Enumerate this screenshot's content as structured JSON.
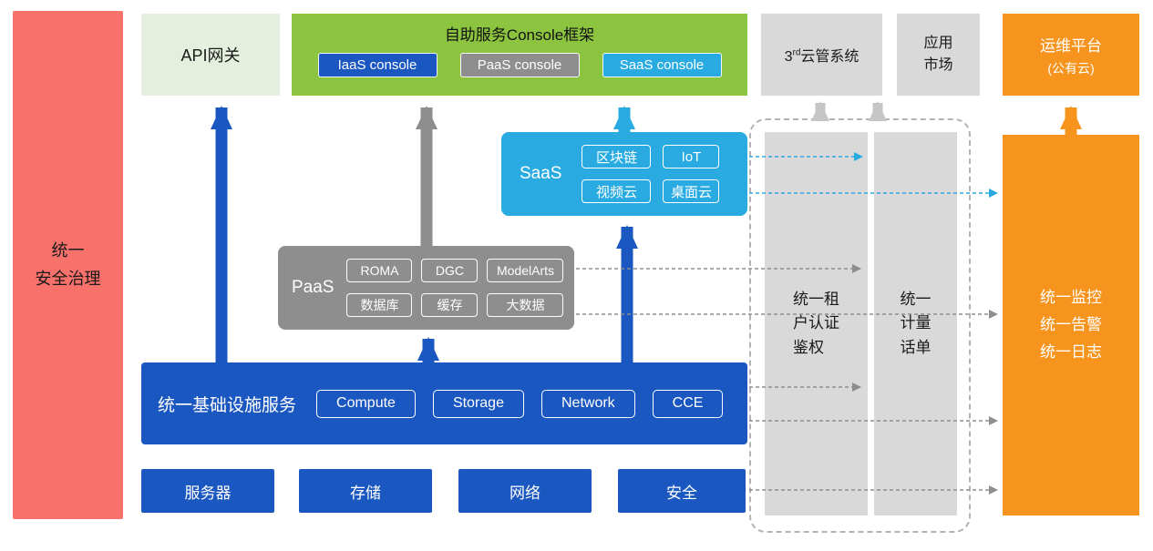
{
  "colors": {
    "red": "#f8716b",
    "lightGreen": "#e4f0dd",
    "green": "#8cc43f",
    "blue": "#1b57c0",
    "gray": "#8e8e8e",
    "lightGray": "#d9d9d9",
    "cyan": "#29abe2",
    "orange": "#f7941e"
  },
  "security_bar": {
    "label": "统一\n安全治理"
  },
  "api_gateway": {
    "label": "API网关"
  },
  "console_frame": {
    "title": "自助服务Console框架",
    "iaas": "IaaS console",
    "paas": "PaaS console",
    "saas": "SaaS console"
  },
  "third_party": {
    "prefix": "3",
    "sup": "rd",
    "suffix": "云管系统"
  },
  "app_market": {
    "label": "应用\n市场"
  },
  "ops_platform": {
    "line1": "运维平台",
    "line2": "(公有云)"
  },
  "saas": {
    "label": "SaaS",
    "chips": [
      "区块链",
      "IoT",
      "视频云",
      "桌面云"
    ]
  },
  "paas": {
    "label": "PaaS",
    "chips": [
      "ROMA",
      "DGC",
      "ModelArts",
      "数据库",
      "缓存",
      "大数据"
    ]
  },
  "infra": {
    "label": "统一基础设施服务",
    "chips": [
      "Compute",
      "Storage",
      "Network",
      "CCE"
    ]
  },
  "bottom_row": [
    "服务器",
    "存储",
    "网络",
    "安全"
  ],
  "tenant_auth": {
    "label": "统一租\n户认证\n鉴权"
  },
  "metering": {
    "label": "统一\n计量\n话单"
  },
  "monitoring": {
    "label": "统一监控\n统一告警\n统一日志"
  }
}
